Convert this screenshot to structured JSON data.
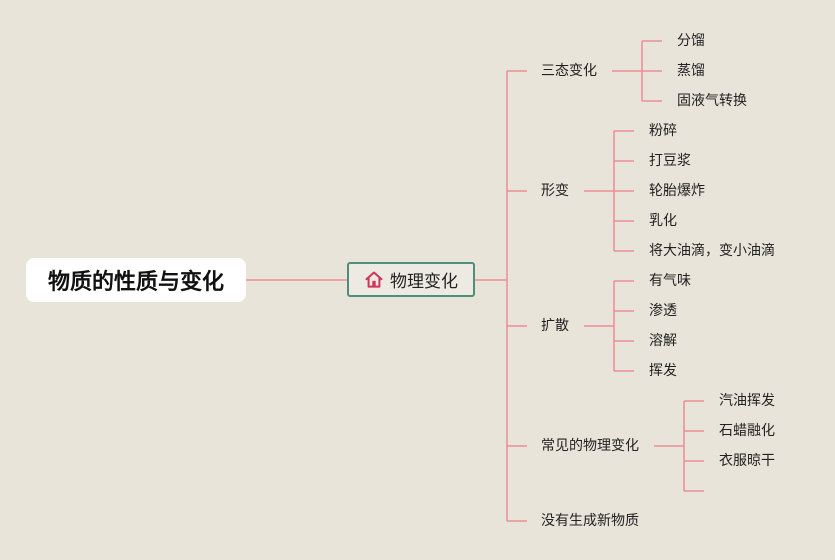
{
  "root": {
    "label": "物质的性质与变化"
  },
  "hub": {
    "label": "物理变化",
    "icon": "home-icon",
    "icon_color": "#d0365a",
    "border_color": "#4f8f77"
  },
  "line_color": "#eb8d96",
  "categories": [
    {
      "label": "三态变化",
      "children": [
        "分馏",
        "蒸馏",
        "固液气转换"
      ]
    },
    {
      "label": "形变",
      "children": [
        "粉碎",
        "打豆浆",
        "轮胎爆炸",
        "乳化",
        "将大油滴，变小油滴"
      ]
    },
    {
      "label": "扩散",
      "children": [
        "有气味",
        "渗透",
        "溶解",
        "挥发"
      ]
    },
    {
      "label": "常见的物理变化",
      "children": [
        "汽油挥发",
        "石蜡融化",
        "衣服晾干",
        ""
      ]
    },
    {
      "label": "没有生成新物质",
      "children": []
    }
  ]
}
